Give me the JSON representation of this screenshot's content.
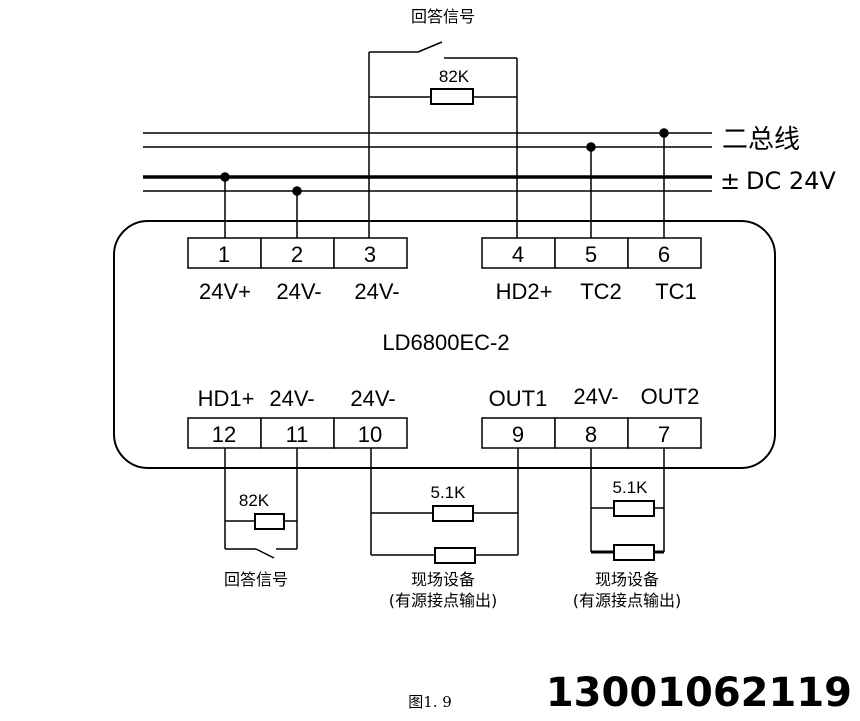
{
  "labels": {
    "top_switch": "回答信号",
    "top_resistor": "82K",
    "bus_line": "二总线",
    "dc_sign": "±",
    "dc_supply": "DC  24V",
    "model": "LD6800EC-2",
    "bottom_switch": "回答信号",
    "bottom_resistor": "82K",
    "out1_resistor": "5.1K",
    "out2_resistor": "5.1K",
    "field_device_1": "现场设备",
    "field_device_1_note": "(有源接点输出)",
    "field_device_2": "现场设备",
    "field_device_2_note": "(有源接点输出)",
    "caption": "图1. 9",
    "phone": "13001062119"
  },
  "top_terminals": [
    {
      "num": "1",
      "label": "24V+"
    },
    {
      "num": "2",
      "label": "24V-"
    },
    {
      "num": "3",
      "label": "24V-"
    },
    {
      "num": "4",
      "label": "HD2+"
    },
    {
      "num": "5",
      "label": "TC2"
    },
    {
      "num": "6",
      "label": "TC1"
    }
  ],
  "bottom_terminals": [
    {
      "num": "12",
      "label": "HD1+"
    },
    {
      "num": "11",
      "label": "24V-"
    },
    {
      "num": "10",
      "label": "24V-"
    },
    {
      "num": "9",
      "label": "OUT1"
    },
    {
      "num": "8",
      "label": "24V-"
    },
    {
      "num": "7",
      "label": "OUT2"
    }
  ]
}
